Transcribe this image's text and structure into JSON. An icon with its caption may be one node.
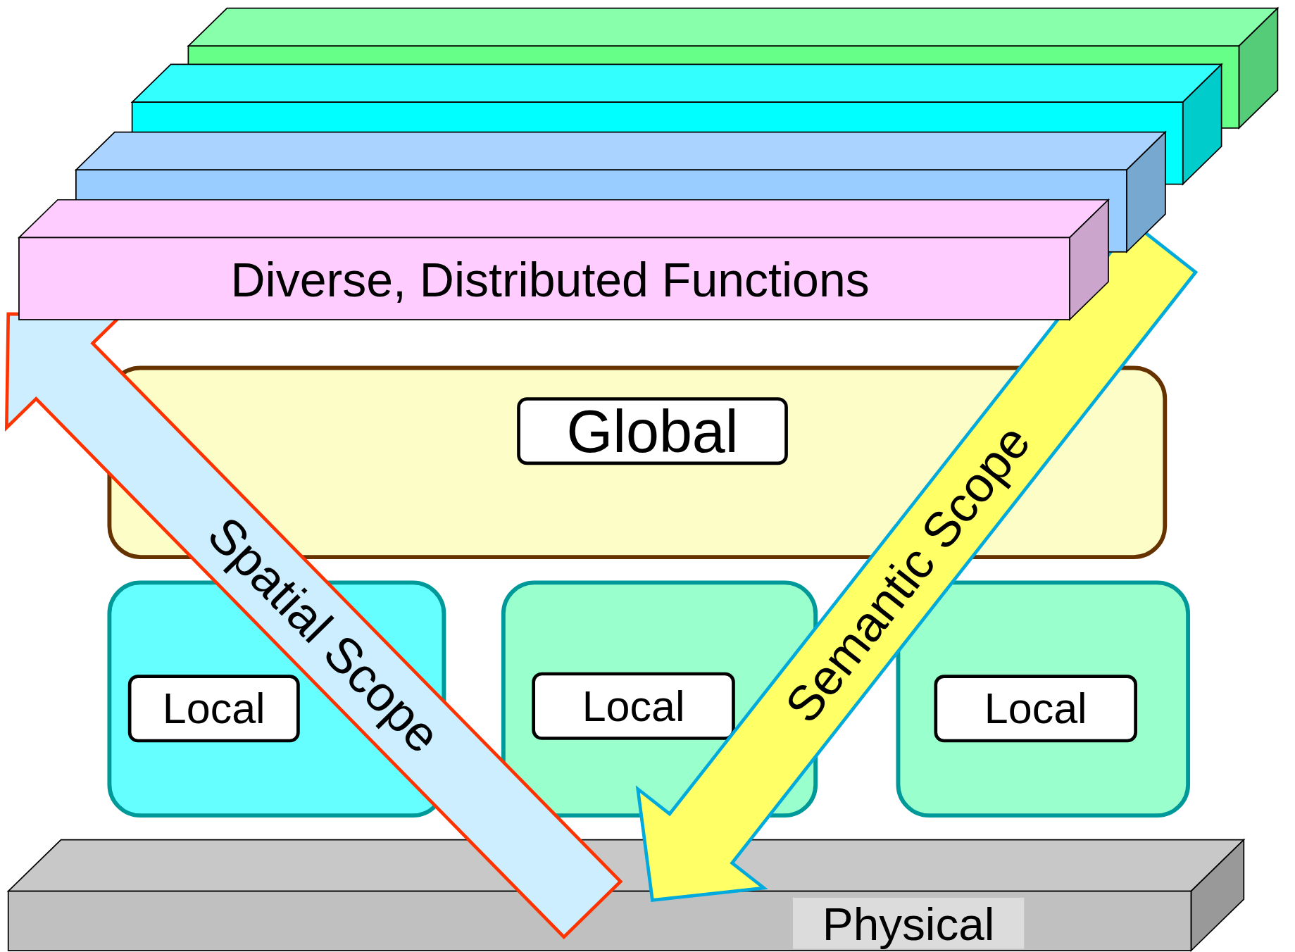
{
  "diagram": {
    "nodes": [
      {
        "text": [],
        "shape": "bar"
      },
      {
        "text": [],
        "shape": "bar"
      },
      {
        "text": [],
        "shape": "bar"
      },
      {
        "text": [
          "Diverse, Distributed Functions"
        ]
      },
      {
        "text": [],
        "shape": "box"
      },
      {
        "text": [
          "Global"
        ],
        "in": 4
      },
      {
        "text": [],
        "shape": "box"
      },
      {
        "text": [
          "Local"
        ],
        "in": 6
      },
      {
        "text": [],
        "shape": "box"
      },
      {
        "text": [
          "Local"
        ],
        "in": 8
      },
      {
        "text": [],
        "shape": "box"
      },
      {
        "text": [
          "Local"
        ],
        "in": 10
      },
      {
        "text": [
          "Physical"
        ]
      }
    ],
    "edges": [
      {
        "from": 12,
        "to": 3,
        "arrow": "to",
        "label": "Spatial Scope",
        "style": "thick",
        "color": "#ff3300"
      },
      {
        "from": 2,
        "to": 12,
        "arrow": "to",
        "label": "Semantic Scope",
        "style": "thick",
        "color": "#00aadd"
      }
    ]
  }
}
